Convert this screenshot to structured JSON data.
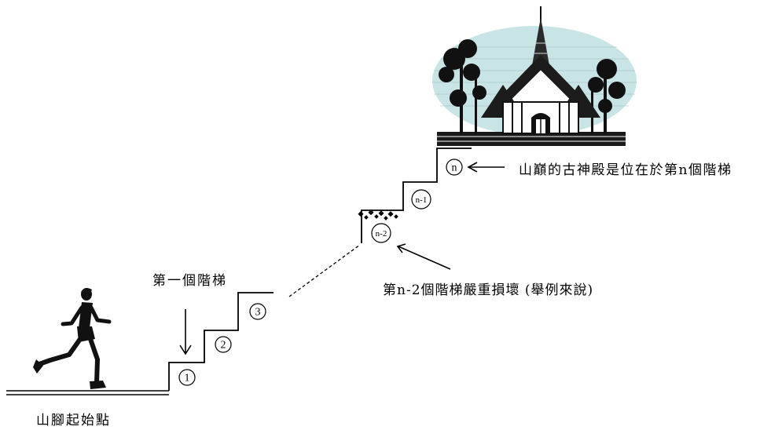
{
  "labels": {
    "start": "山腳起始點",
    "first_step": "第一個階梯",
    "damaged": "第n-2個階梯嚴重損壞 (舉例來說)",
    "summit": "山巔的古神殿是位在於第n個階梯"
  },
  "steps": [
    "1",
    "2",
    "3",
    "n-2",
    "n-1",
    "n"
  ],
  "colors": {
    "sky": "#c9e4e4",
    "ink": "#000000",
    "paper": "#ffffff"
  },
  "icons": [
    "runner-icon",
    "temple-icon",
    "down-arrow-icon",
    "left-arrow-icon",
    "pointer-arrow-icon"
  ]
}
